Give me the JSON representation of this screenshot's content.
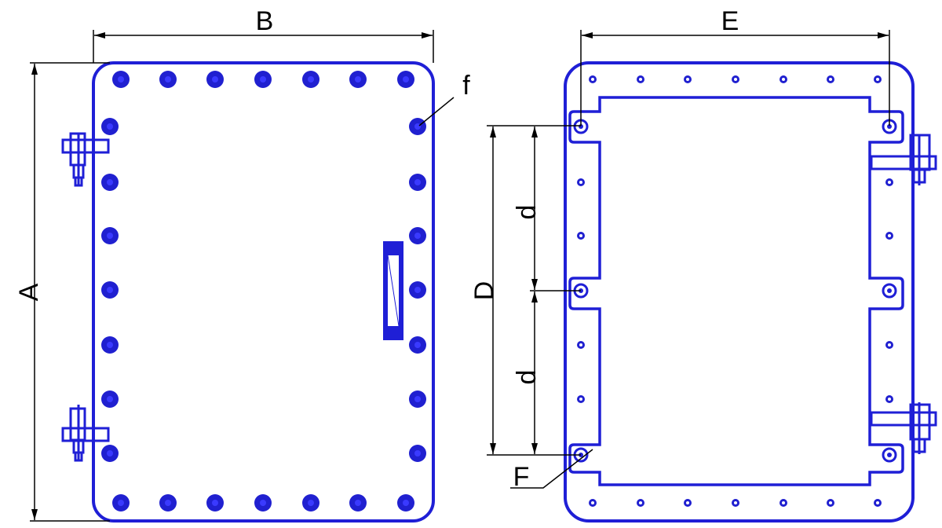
{
  "colors": {
    "outline": "#1f1fd6",
    "bolt": "#2020d0",
    "dimension": "#000000",
    "background": "#ffffff"
  },
  "labels": {
    "overall_height": "A",
    "overall_width": "B",
    "bolt_span_height": "D",
    "frame_width": "E",
    "bolt_pitch_upper": "d",
    "bolt_pitch_lower": "d",
    "mounting_hole": "F",
    "bolt_callout": "f"
  },
  "views": {
    "front": {
      "bolts_top_row": 7,
      "bolts_bottom_row": 7,
      "bolts_left_col": 7,
      "bolts_right_col": 7,
      "hinges": 2,
      "handle": 1
    },
    "back": {
      "bolts_top_row": 7,
      "bolts_bottom_row": 7,
      "bolts_side_col": 4,
      "mounting_holes": 6,
      "hinges": 2
    }
  }
}
